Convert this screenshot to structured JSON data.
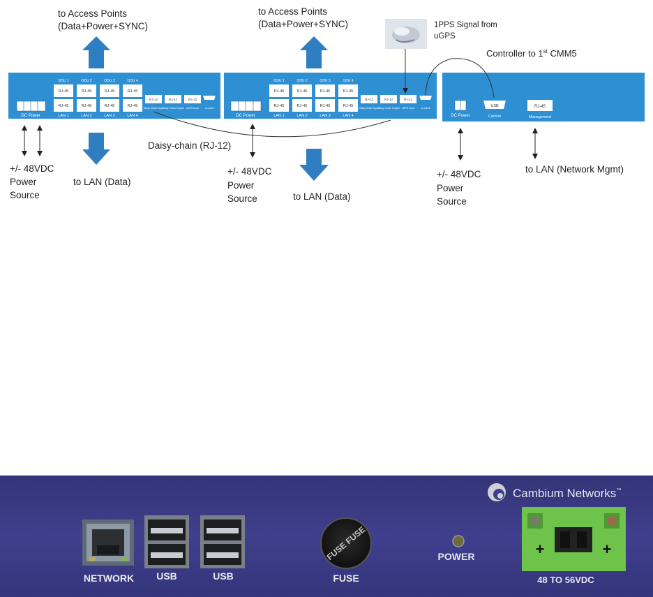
{
  "diagram": {
    "labels": {
      "ap_top1_line1": "to Access Points",
      "ap_top1_line2": "(Data+Power+SYNC)",
      "ap_top2_line1": "to Access Points",
      "ap_top2_line2": "(Data+Power+SYNC)",
      "gps_line1": "1PPS Signal from",
      "gps_line2": "uGPS",
      "controller_prefix": "Controller to 1",
      "controller_sup": "st",
      "controller_suffix": " CMM5",
      "daisy_chain": "Daisy-chain (RJ-12)",
      "power1_line1": "+/- 48VDC",
      "power1_line2": "Power",
      "power1_line3": "Source",
      "power2_line1": "+/- 48VDC",
      "power2_line2": "Power",
      "power2_line3": "Source",
      "power3_line1": "+/- 48VDC",
      "power3_line2": "Power",
      "power3_line3": "Source",
      "lan1": "to LAN (Data)",
      "lan2": "to LAN (Data)",
      "lan_mgmt": "to LAN (Network Mgmt)"
    },
    "unit1": {
      "dc_power": "DC Power",
      "odu": [
        "ODU 1",
        "ODU 2",
        "ODU 3",
        "ODU 4"
      ],
      "lan": [
        "LAN 1",
        "LAN 2",
        "LAN 3",
        "LAN 4"
      ],
      "rj45": "RJ-45",
      "rj12": "RJ-12",
      "rj12_labels": [
        "Daisy Chain Input",
        "Daisy Chain Output",
        "uGPS Input"
      ],
      "control": "Control"
    },
    "unit2": {
      "dc_power": "DC Power",
      "odu": [
        "ODU 1",
        "ODU 2",
        "ODU 3",
        "ODU 4"
      ],
      "lan": [
        "LAN 1",
        "LAN 2",
        "LAN 3",
        "LAN 4"
      ],
      "rj45": "RJ-45",
      "rj12": "RJ-12",
      "rj12_labels": [
        "Daisy Chain Input",
        "Daisy Chain Output",
        "uGPS Input"
      ],
      "control": "Control"
    },
    "controller": {
      "dc_power": "DC Power",
      "usb": "USB",
      "control": "Control",
      "rj45": "RJ-45",
      "management": "Management"
    }
  },
  "photo": {
    "brand": "Cambium Networks",
    "trademark": "™",
    "network": "NETWORK",
    "usb1": "USB",
    "usb2": "USB",
    "fuse_label": "FUSE",
    "fuse_cap": "FUSE FUSE",
    "power": "POWER",
    "voltage": "48 TO 56VDC"
  },
  "colors": {
    "panel_blue": "#2e8fd2",
    "arrow_blue": "#2f7ec2",
    "photo_purple": "#3e3e8c",
    "terminal_green": "#6ec34a"
  }
}
